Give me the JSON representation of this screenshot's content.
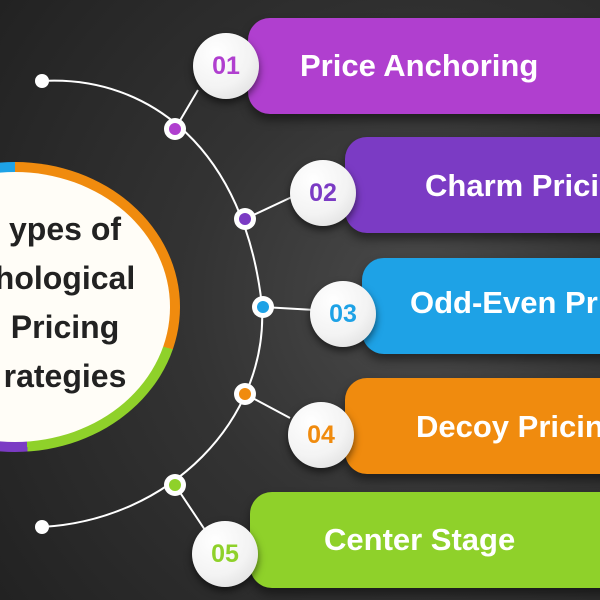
{
  "center": {
    "lines": [
      "ypes of",
      "hological",
      "Pricing",
      "rategies"
    ]
  },
  "items": [
    {
      "number": "01",
      "label": "Price Anchoring",
      "color": "#b03fcf",
      "dot_color": "#b03fcf"
    },
    {
      "number": "02",
      "label": "Charm Prici",
      "color": "#7b3bc4",
      "dot_color": "#7b3bc4"
    },
    {
      "number": "03",
      "label": "Odd-Even Pr",
      "color": "#1ea2e6",
      "dot_color": "#1ea2e6"
    },
    {
      "number": "04",
      "label": "Decoy Pricin",
      "color": "#f08b0e",
      "dot_color": "#f08b0e"
    },
    {
      "number": "05",
      "label": "Center Stage",
      "color": "#8fd12a",
      "dot_color": "#8fd12a"
    }
  ]
}
